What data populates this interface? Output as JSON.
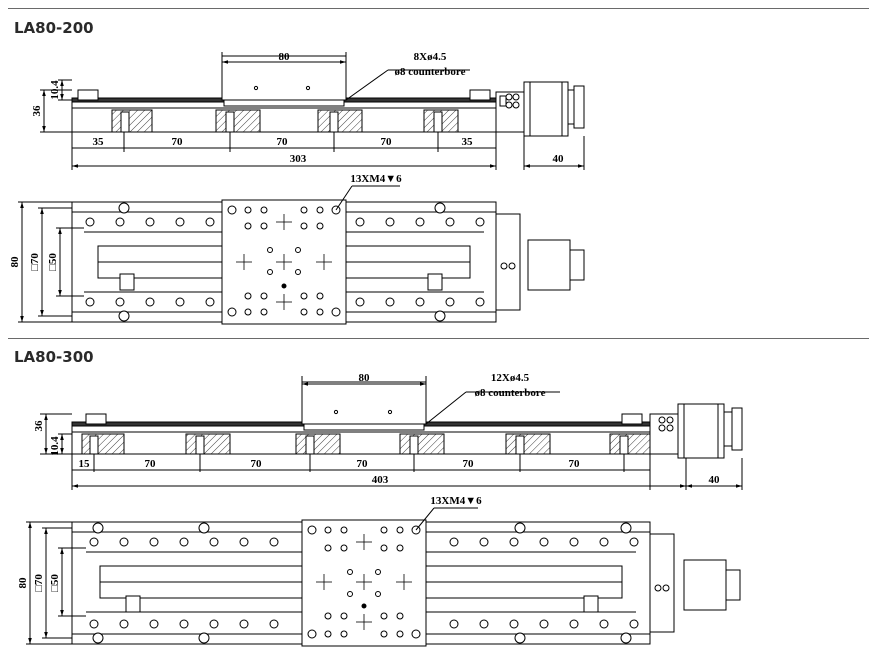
{
  "sections": [
    {
      "title": "LA80-200",
      "side": {
        "carriage_width": "80",
        "hole_spec": "8Xø4.5",
        "counterbore": "ø8 counterbore",
        "height_total": "36",
        "height_base": "10.4",
        "spacings": [
          "35",
          "70",
          "70",
          "70",
          "35"
        ],
        "overall_length": "303",
        "motor_length": "40"
      },
      "top": {
        "thread_spec": "13XM4▼6",
        "width_total": "80",
        "width_70": "□70",
        "width_50": "□50"
      }
    },
    {
      "title": "LA80-300",
      "side": {
        "carriage_width": "80",
        "hole_spec": "12Xø4.5",
        "counterbore": "ø8 counterbore",
        "height_total": "36",
        "height_base": "10.4",
        "spacings": [
          "15",
          "70",
          "70",
          "70",
          "70",
          "70"
        ],
        "overall_length": "403",
        "motor_length": "40"
      },
      "top": {
        "thread_spec": "13XM4▼6",
        "width_total": "80",
        "width_70": "□70",
        "width_50": "□50"
      }
    }
  ]
}
